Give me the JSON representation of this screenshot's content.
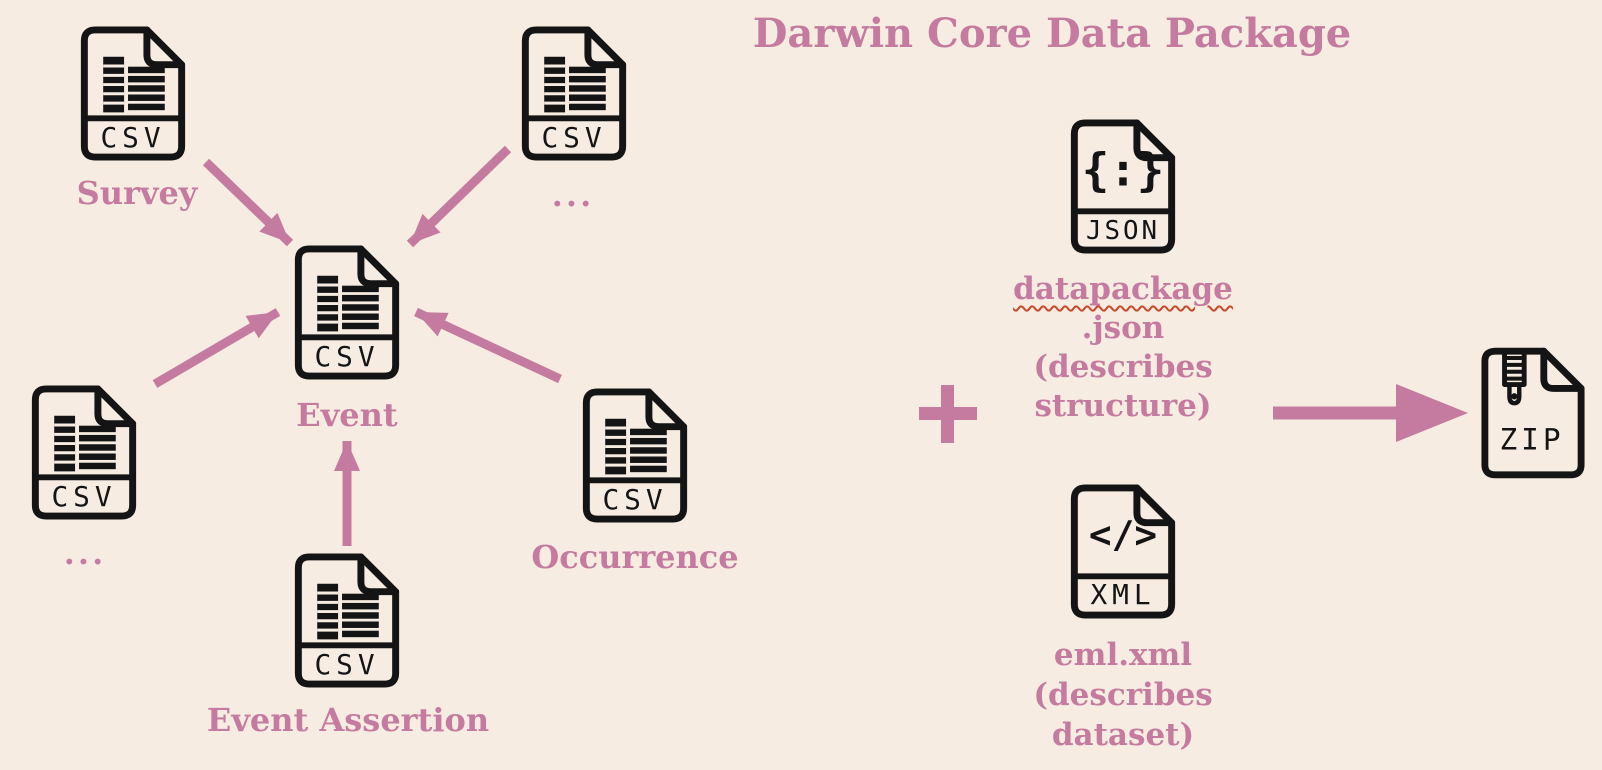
{
  "title": "Darwin Core Data Package",
  "colors": {
    "background": "#f7ece2",
    "accent": "#c47b9f",
    "ink": "#141414",
    "spellcheck_underline": "#c74a2d"
  },
  "files": {
    "survey": {
      "badge": "CSV",
      "label": "Survey"
    },
    "top_more": {
      "badge": "CSV",
      "label": "..."
    },
    "left_more": {
      "badge": "CSV",
      "label": "..."
    },
    "event": {
      "badge": "CSV",
      "label": "Event"
    },
    "event_assertion": {
      "badge": "CSV",
      "label": "Event Assertion"
    },
    "occurrence": {
      "badge": "CSV",
      "label": "Occurrence"
    },
    "datapackage": {
      "badge": "JSON",
      "glyph": "{:}",
      "name_line1": "datapackage",
      "name_line2": ".json",
      "desc_line1": "(describes",
      "desc_line2": "structure)"
    },
    "eml": {
      "badge": "XML",
      "glyph": "</>",
      "name": "eml.xml",
      "desc_line1": "(describes",
      "desc_line2": "dataset)"
    },
    "zip": {
      "badge": "ZIP"
    }
  },
  "plus_sign": "+",
  "icons": {
    "csv_file": "csv-file-icon",
    "json_file": "json-file-icon",
    "xml_file": "xml-file-icon",
    "zip_file": "zip-file-icon",
    "plus": "plus-icon",
    "package_arrow": "arrow-right-icon"
  },
  "arrows": [
    {
      "from": "Survey",
      "to": "Event"
    },
    {
      "from": "... (top right)",
      "to": "Event"
    },
    {
      "from": "... (left)",
      "to": "Event"
    },
    {
      "from": "Occurrence",
      "to": "Event"
    },
    {
      "from": "Event Assertion",
      "to": "Event"
    },
    {
      "from": "CSV files + datapackage.json + eml.xml",
      "to": "ZIP"
    }
  ]
}
